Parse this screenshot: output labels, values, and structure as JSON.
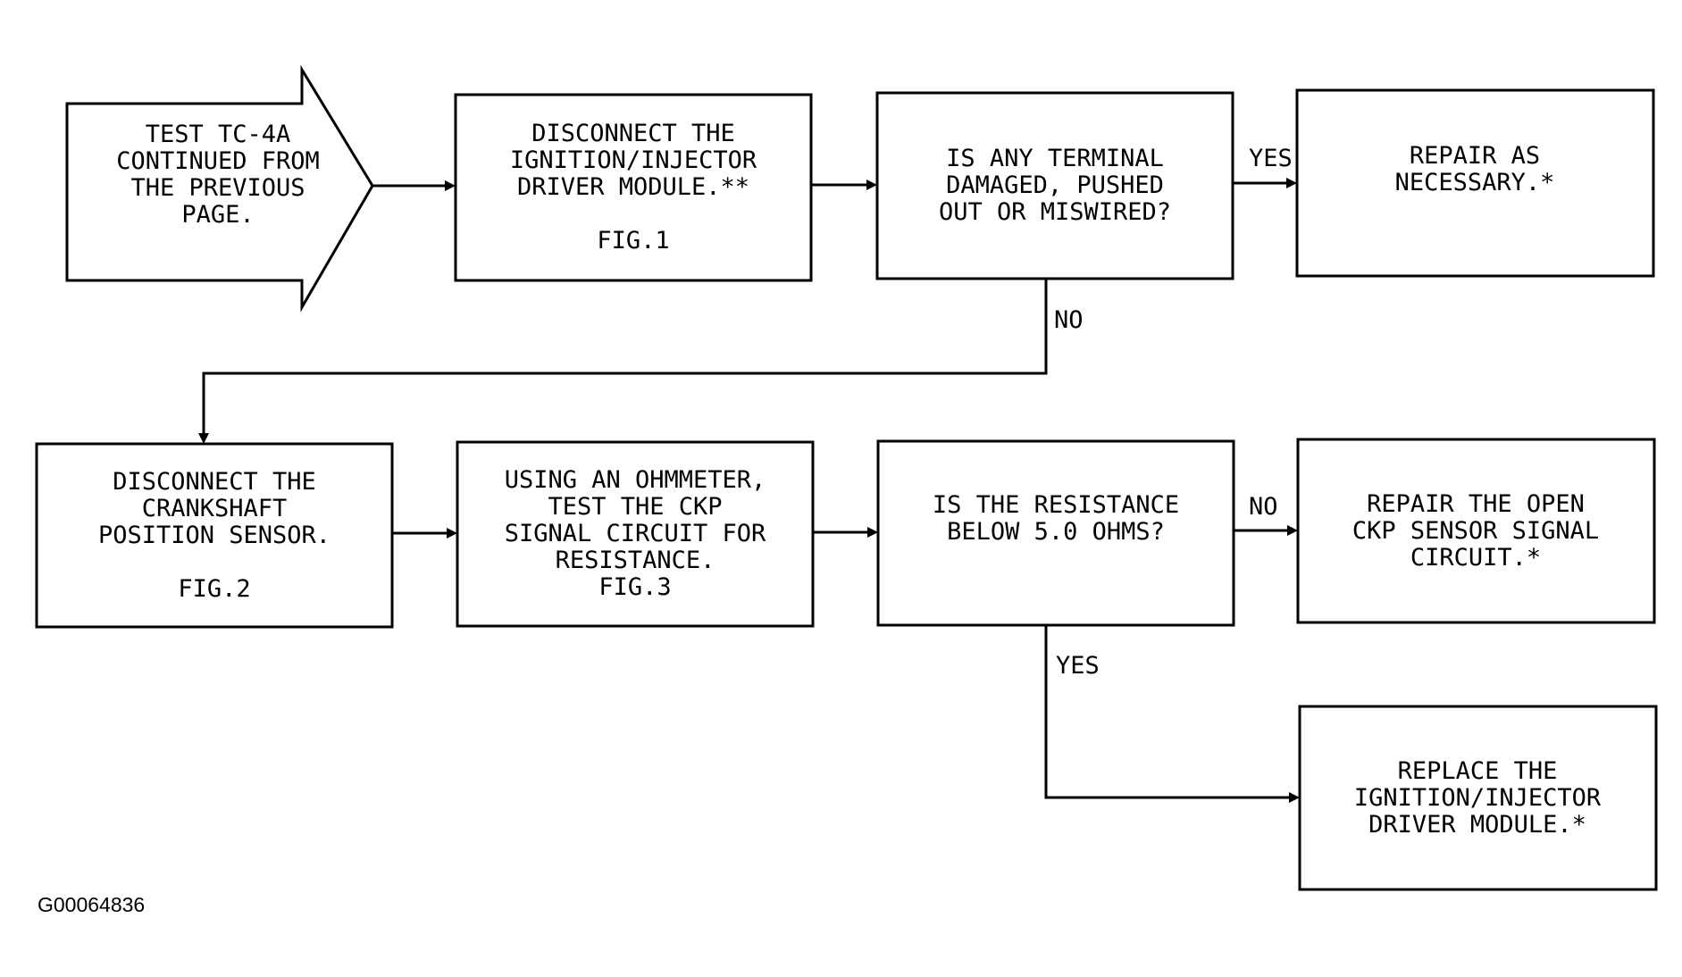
{
  "boxes": {
    "start": [
      "TEST TC-4A",
      "CONTINUED FROM",
      "THE PREVIOUS",
      "PAGE."
    ],
    "disconnect_module": [
      "DISCONNECT THE",
      "IGNITION/INJECTOR",
      "DRIVER MODULE.**",
      "",
      "FIG.1"
    ],
    "terminal_question": [
      "IS ANY TERMINAL",
      "DAMAGED, PUSHED",
      "OUT OR MISWIRED?"
    ],
    "repair_necessary": [
      "REPAIR AS",
      "NECESSARY.*"
    ],
    "disconnect_ckp": [
      "DISCONNECT THE",
      "CRANKSHAFT",
      "POSITION SENSOR.",
      "",
      "FIG.2"
    ],
    "ohmmeter_test": [
      "USING AN OHMMETER,",
      "TEST THE CKP",
      "SIGNAL CIRCUIT FOR",
      "RESISTANCE.",
      "FIG.3"
    ],
    "resistance_question": [
      "IS THE RESISTANCE",
      "BELOW 5.0 OHMS?"
    ],
    "repair_open": [
      "REPAIR THE OPEN",
      "CKP SENSOR SIGNAL",
      "CIRCUIT.*"
    ],
    "replace_module": [
      "REPLACE THE",
      "IGNITION/INJECTOR",
      "DRIVER MODULE.*"
    ]
  },
  "branch_labels": {
    "terminal_yes": "YES",
    "terminal_no": "NO",
    "resistance_no": "NO",
    "resistance_yes": "YES"
  },
  "figure_id": "G00064836",
  "colors": {
    "stroke": "#000000",
    "background": "#ffffff"
  }
}
